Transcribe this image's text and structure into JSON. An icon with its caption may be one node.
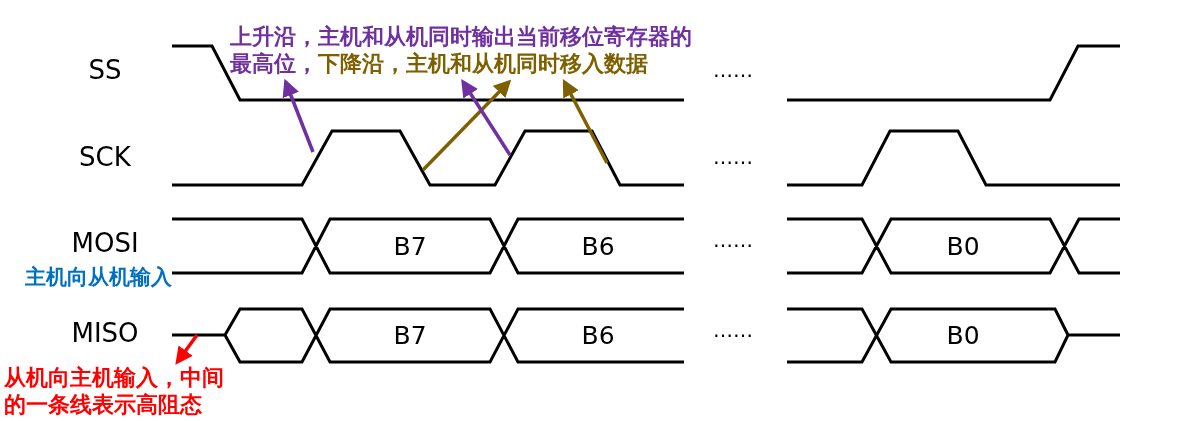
{
  "diagram": {
    "nodes": [
      {
        "text": [
          "上升沿，主机和从机同时输出当前移位寄存器的最高位，"
        ]
      },
      {
        "text": [
          "下降沿，主机和从机同时移入数据"
        ]
      },
      {
        "text": [
          "从机向主机输入，中间的一条线表示高阻态"
        ]
      }
    ],
    "edges": [
      {
        "from": null,
        "to": 0,
        "arrow": "to",
        "color": "#7030a0"
      },
      {
        "from": null,
        "to": 1,
        "arrow": "to",
        "color": "#7f6000"
      },
      {
        "from": null,
        "to": 0,
        "arrow": "to",
        "color": "#7030a0"
      },
      {
        "from": null,
        "to": 1,
        "arrow": "to",
        "color": "#7f6000"
      },
      {
        "from": null,
        "to": 2,
        "arrow": "to",
        "color": "#ff0000"
      }
    ],
    "labels": [
      "SS",
      "……",
      "SCK",
      "……",
      "MOSI",
      "B7",
      "B6",
      "……",
      "B0",
      "主机向从机输入",
      "MISO",
      "B7",
      "B6",
      "……",
      "B0"
    ]
  }
}
